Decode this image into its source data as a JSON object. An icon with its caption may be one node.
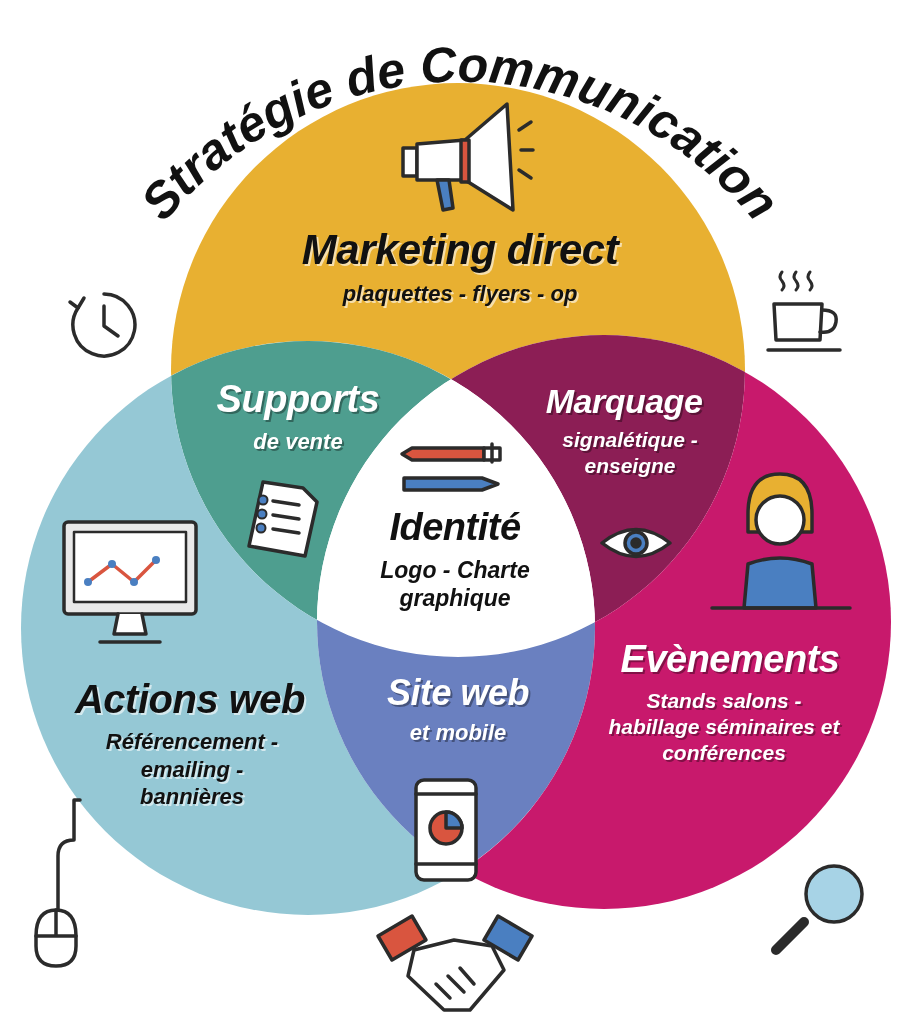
{
  "diagram": {
    "title": "Stratégie de Communication",
    "nodes": [
      {
        "text": [
          "Marketing direct",
          "plaquettes - flyers - op"
        ]
      },
      {
        "text": [
          "Supports",
          "de vente"
        ]
      },
      {
        "text": [
          "Marquage",
          "signalétique - enseigne"
        ]
      },
      {
        "text": [
          "Identité",
          "Logo - Charte graphique"
        ]
      },
      {
        "text": [
          "Actions web",
          "Référencement - emailing - bannières"
        ]
      },
      {
        "text": [
          "Site web",
          "et mobile"
        ]
      },
      {
        "text": [
          "Evènements",
          "Stands salons - habillage séminaires et conférences"
        ]
      }
    ]
  }
}
